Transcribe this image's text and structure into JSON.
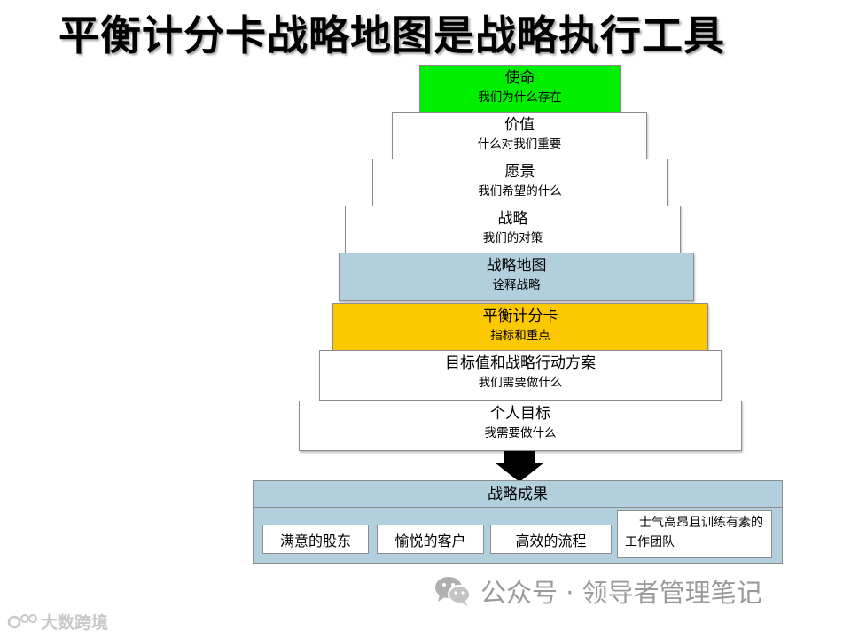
{
  "title": "平衡计分卡战略地图是战略执行工具",
  "colors": {
    "green": "#00ee00",
    "white": "#ffffff",
    "blue": "#b1cfdc",
    "gold": "#fcc800",
    "arrow": "#000000"
  },
  "tiers": [
    {
      "title": "使命",
      "subtitle": "我们为什么存在"
    },
    {
      "title": "价值",
      "subtitle": "什么对我们重要"
    },
    {
      "title": "愿景",
      "subtitle": "我们希望的什么"
    },
    {
      "title": "战略",
      "subtitle": "我们的对策"
    },
    {
      "title": "战略地图",
      "subtitle": "诠释战略"
    },
    {
      "title": "平衡计分卡",
      "subtitle": "指标和重点"
    },
    {
      "title": "目标值和战略行动方案",
      "subtitle": "我们需要做什么"
    },
    {
      "title": "个人目标",
      "subtitle": "我需要做什么"
    }
  ],
  "outcomes": {
    "title": "战略成果",
    "items": [
      "满意的股东",
      "愉悦的客户",
      "高效的流程",
      "士气高昂且训练有素的工作团队"
    ]
  },
  "watermark": {
    "icon": "wechat-icon",
    "text": "公众号 · 领导者管理笔记"
  },
  "logo": {
    "icon": "logo-mark-icon",
    "text": "大数跨境"
  }
}
